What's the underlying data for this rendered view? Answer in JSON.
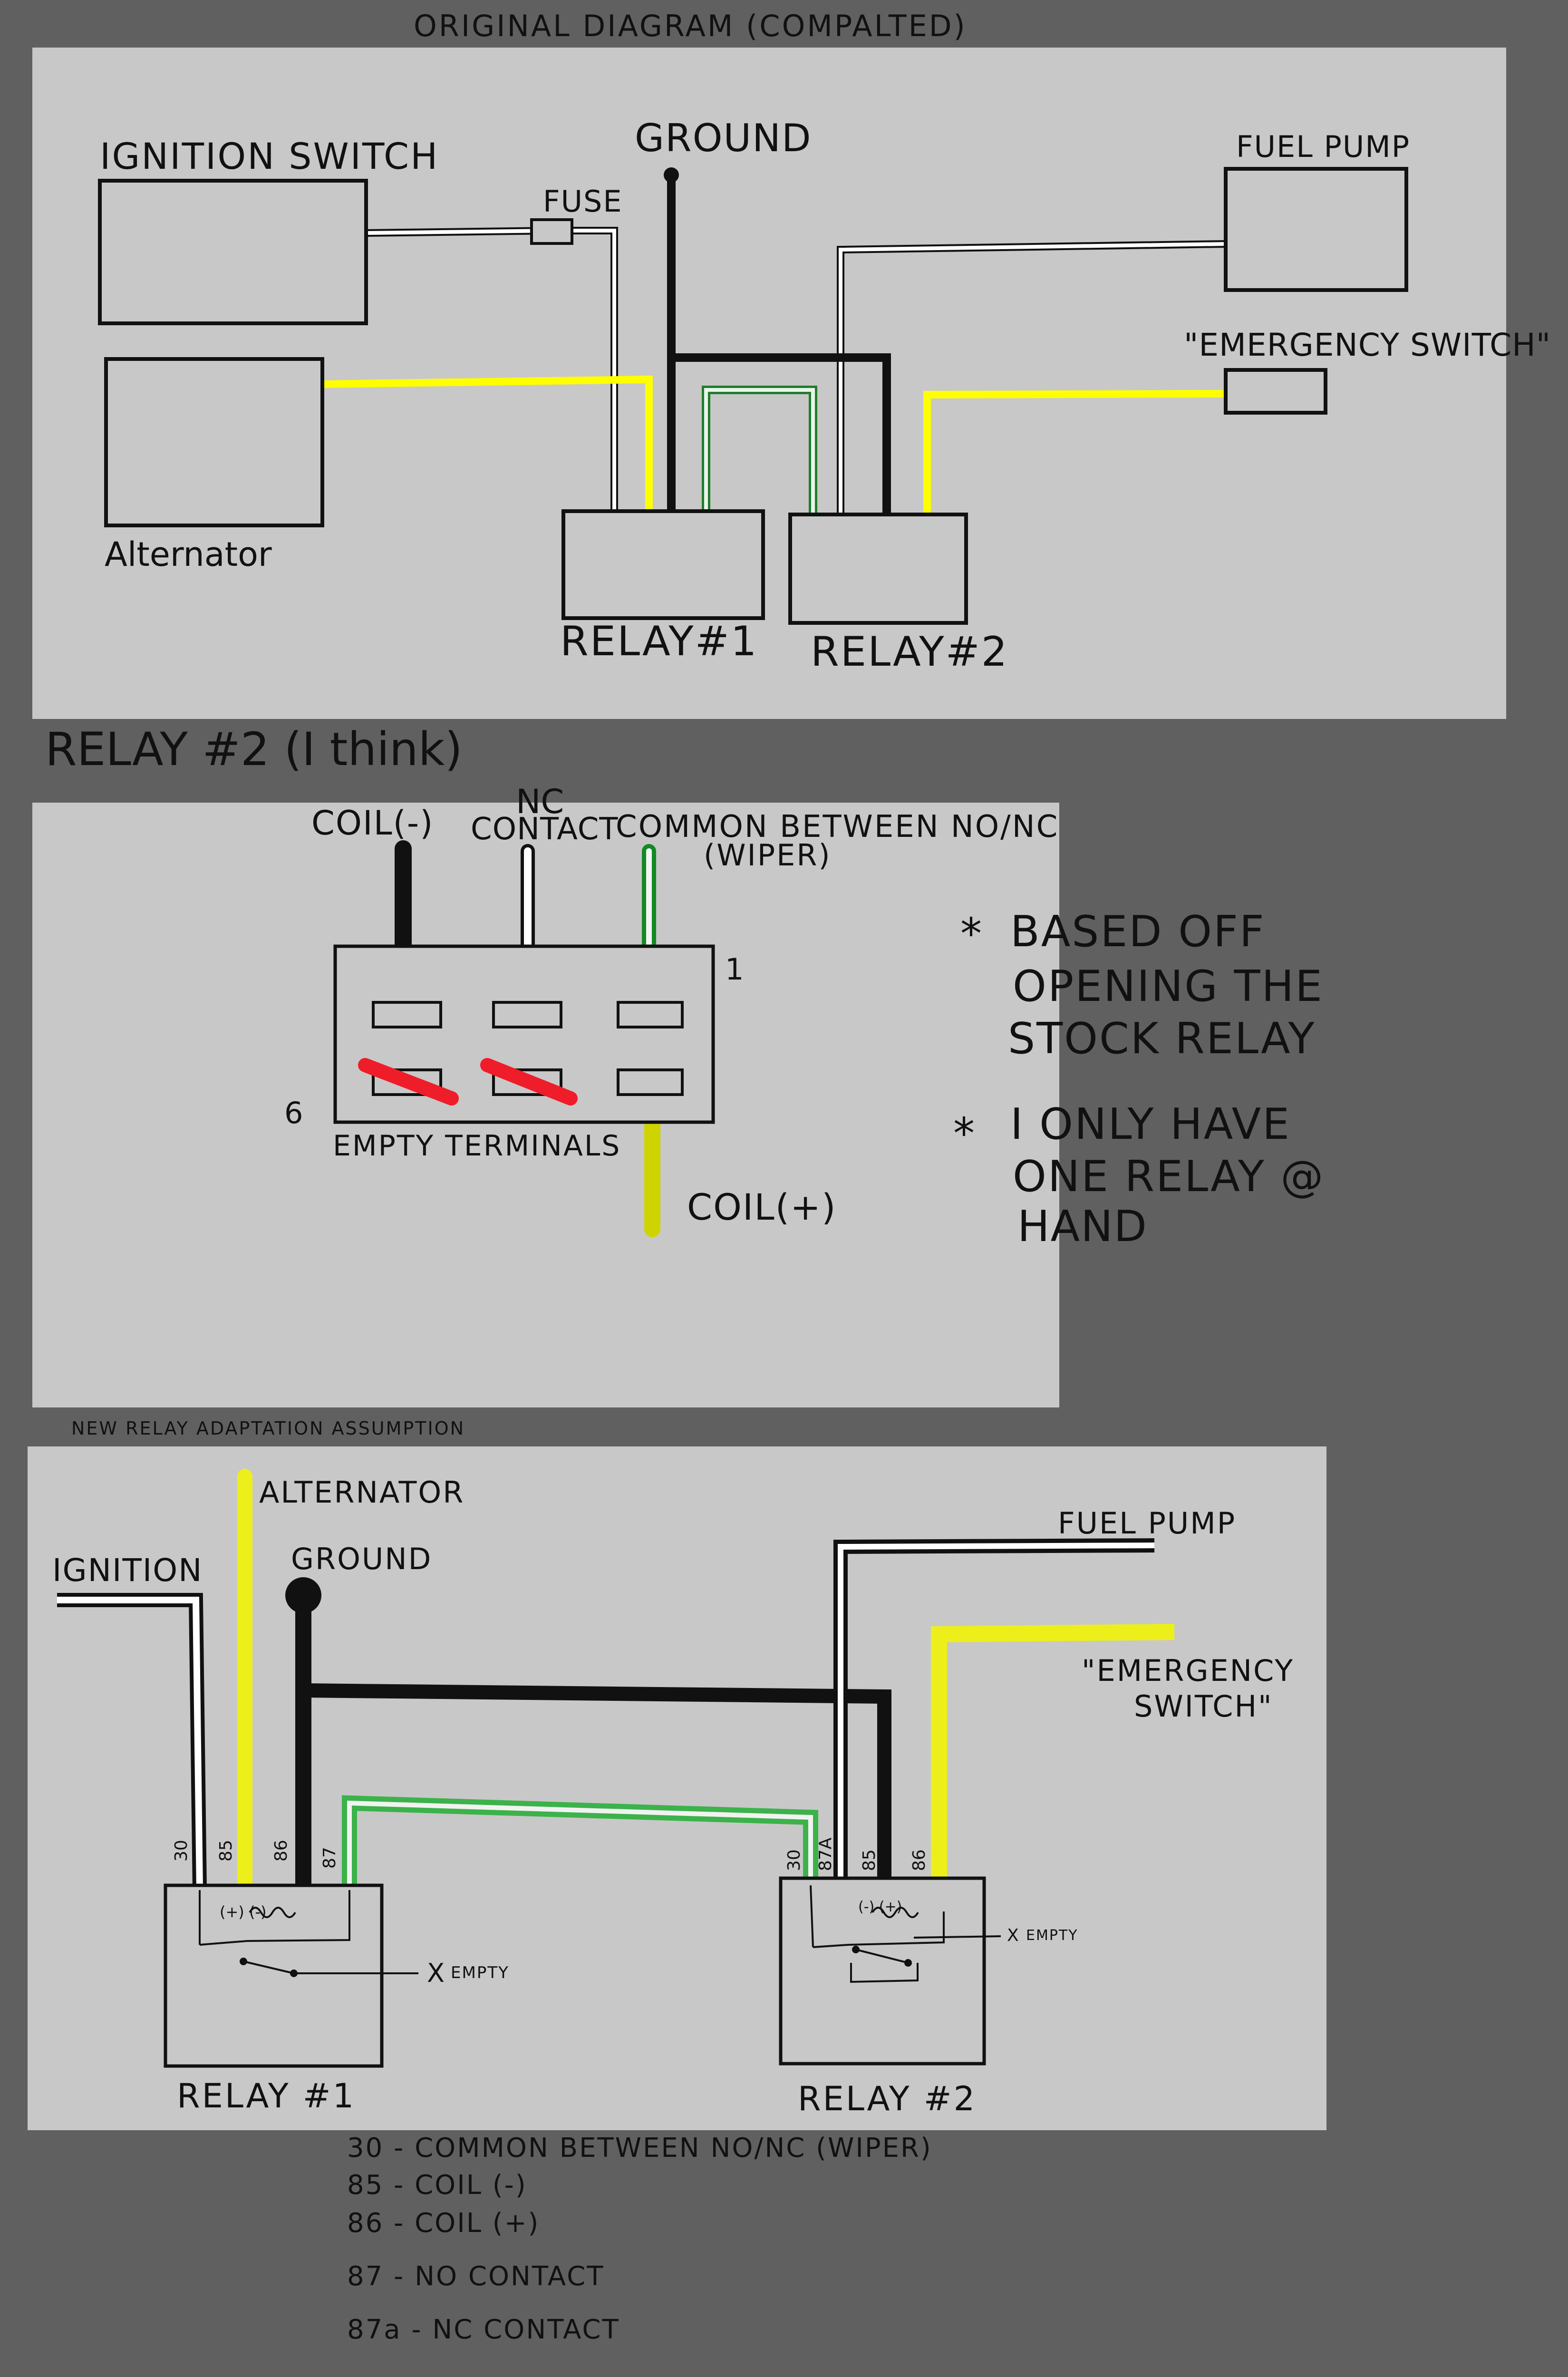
{
  "page": {
    "background": "#606060",
    "panel_color": "#c8c8c8"
  },
  "colors": {
    "ignition_wire": "#ffffff",
    "ground_wire": "#111111",
    "alternator_wire": "#ffff00",
    "relay_link_wire": "#3cb34a",
    "emergency_wire": "#e8ea10",
    "strike": "#ef1d2a"
  },
  "section1": {
    "title": "ORIGINAL DIAGRAM (COMPALTED)",
    "ignition_switch": "IGNITION SWITCH",
    "fuse": "FUSE",
    "ground": "GROUND",
    "fuel_pump": "FUEL PUMP",
    "emergency_switch": "\"EMERGENCY SWITCH\"",
    "alternator": "Alternator",
    "relay1": "RELAY#1",
    "relay2": "RELAY#2"
  },
  "section2": {
    "title": "RELAY #2 (I think)",
    "coil_neg": "COIL(-)",
    "nc": "NC",
    "contact": "CONTACT",
    "common": "COMMON BETWEEN NO/NC",
    "wiper": "(WIPER)",
    "pin1": "1",
    "pin6": "6",
    "empty_terminals": "EMPTY TERMINALS",
    "coil_pos": "COIL(+)",
    "notes": [
      {
        "star": "*",
        "lines": [
          "BASED OFF",
          "OPENING THE",
          "STOCK RELAY"
        ]
      },
      {
        "star": "*",
        "lines": [
          "I ONLY HAVE",
          "ONE RELAY @",
          "HAND"
        ]
      }
    ]
  },
  "section3": {
    "title": "NEW RELAY ADAPTATION ASSUMPTION",
    "ignition": "IGNITION",
    "alternator": "ALTERNATOR",
    "ground": "GROUND",
    "fuel_pump": "FUEL PUMP",
    "emergency_line1": "\"EMERGENCY",
    "emergency_line2": "SWITCH\"",
    "relay1": "RELAY #1",
    "relay2": "RELAY #2",
    "relay1_pins": [
      "30",
      "85",
      "86",
      "87"
    ],
    "relay2_pins": [
      "30",
      "87A",
      "85",
      "86"
    ],
    "relay1_coil": "(+) (-)",
    "relay2_coil": "(-) (+)",
    "empty": "EMPTY",
    "x_mark": "X"
  },
  "legend": [
    "30 - COMMON BETWEEN NO/NC (WIPER)",
    "85 - COIL (-)",
    "86 - COIL (+)",
    "87 - NO CONTACT",
    "87a - NC CONTACT"
  ]
}
